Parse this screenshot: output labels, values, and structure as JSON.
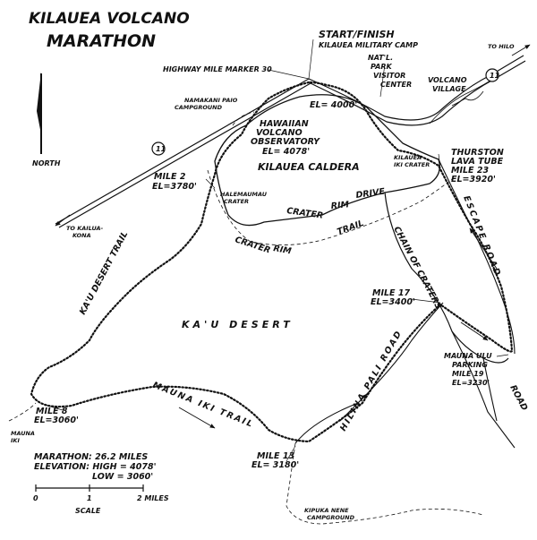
{
  "title": {
    "line1": "KILAUEA VOLCANO",
    "line2": "MARATHON"
  },
  "north_label": "NORTH",
  "labels": {
    "start_finish": "START/FINISH",
    "military_camp": "KILAUEA MILITARY CAMP",
    "visitor_center": [
      "NAT'L.",
      "PARK",
      "VISITOR",
      "CENTER"
    ],
    "highway_marker": "HIGHWAY MILE MARKER 30",
    "volcano_village": [
      "VOLCANO",
      "VILLAGE"
    ],
    "to_hilo": "TO HILO",
    "namakani": [
      "NAMAKANI PAIO",
      "CAMPGROUND"
    ],
    "el_4000": "EL= 4000'",
    "hvo": [
      "HAWAIIAN",
      "VOLCANO",
      "OBSERVATORY",
      "EL= 4078'"
    ],
    "kilauea_iki": [
      "KILAUEA",
      "IKI CRATER"
    ],
    "thurston": [
      "THURSTON",
      "LAVA TUBE",
      "MILE 23",
      "EL=3920'"
    ],
    "caldera": "KILAUEA CALDERA",
    "halemaumau": [
      "HALEMAUMAU",
      "CRATER"
    ],
    "crater_rim_drive": [
      "CRATER",
      "RIM",
      "DRIVE"
    ],
    "crater_rim_trail": [
      "CRATER",
      "RIM",
      "TRAIL"
    ],
    "mile2": [
      "MILE 2",
      "EL=3780'"
    ],
    "to_kailua": [
      "TO KAILUA-",
      "KONA"
    ],
    "highway_num": "11",
    "kau_desert_trail": "KA'U DESERT TRAIL",
    "kau_desert": "KA'U DESERT",
    "chain_of_craters": "CHAIN OF CRATERS",
    "escape_road": "ESCAPE ROAD",
    "mile17": [
      "MILE 17",
      "EL=3400'"
    ],
    "mauna_ulu": [
      "MAUNA ULU",
      "PARKING",
      "MILE 19",
      "EL=3230'"
    ],
    "road": "ROAD",
    "hilina_pali": "HILINA PALI ROAD",
    "mauna_iki_trail": "MAUNA IKI TRAIL",
    "mile8": [
      "MILE 8",
      "EL=3060'"
    ],
    "mauna_iki": [
      "MAUNA",
      "IKI"
    ],
    "mile13": [
      "MILE 13",
      "EL= 3180'"
    ],
    "kipuka_nene": [
      "KIPUKA NENE",
      "CAMPGROUND"
    ]
  },
  "legend": {
    "marathon": "MARATHON: 26.2 MILES",
    "elevation_high": "ELEVATION:  HIGH = 4078'",
    "elevation_low": "LOW = 3060'"
  },
  "scale": {
    "ticks": [
      "0",
      "1",
      "2 MILES"
    ],
    "label": "SCALE"
  }
}
